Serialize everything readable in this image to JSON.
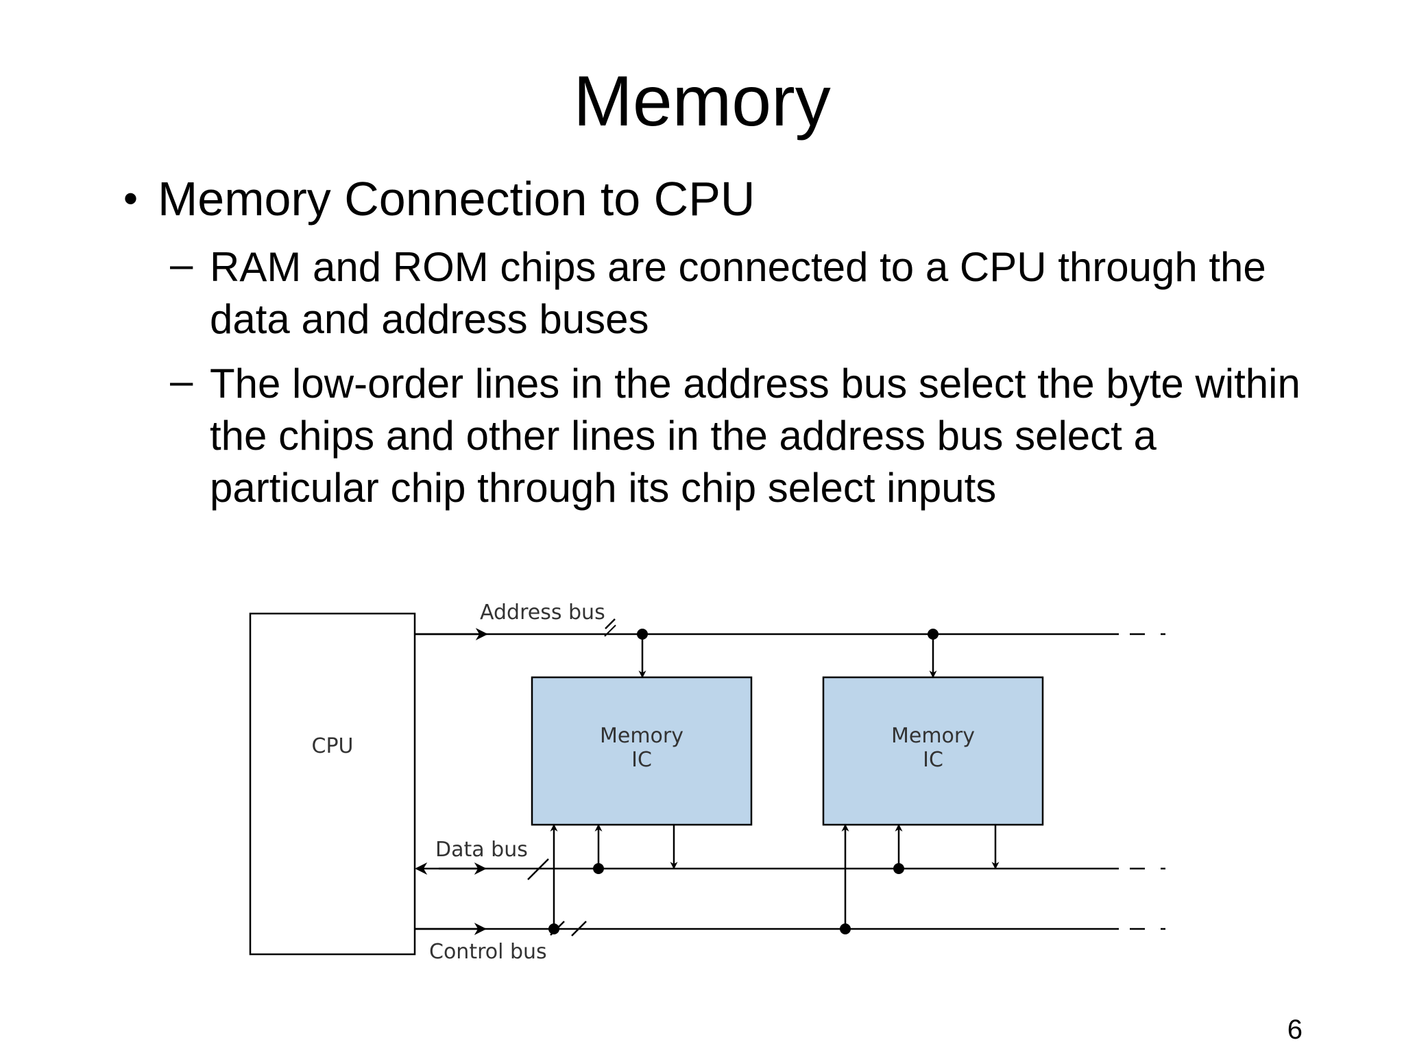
{
  "slide": {
    "title": "Memory",
    "bullet": "Memory Connection to CPU",
    "sub_bullets": [
      "RAM and ROM chips are connected to a CPU through the data and address buses",
      "The low-order lines in the address bus select the byte within the chips and other lines in the address bus select a particular chip through its chip select inputs"
    ],
    "page_number": "6"
  },
  "diagram": {
    "cpu_label": "CPU",
    "memory_ics": [
      {
        "line1": "Memory",
        "line2": "IC"
      },
      {
        "line1": "Memory",
        "line2": "IC"
      }
    ],
    "address_bus_label": "Address bus",
    "data_bus_label": "Data bus",
    "control_bus_label": "Control bus",
    "colors": {
      "memory_fill": "#bdd5ea",
      "line": "#000000",
      "label_text": "#333333"
    }
  }
}
